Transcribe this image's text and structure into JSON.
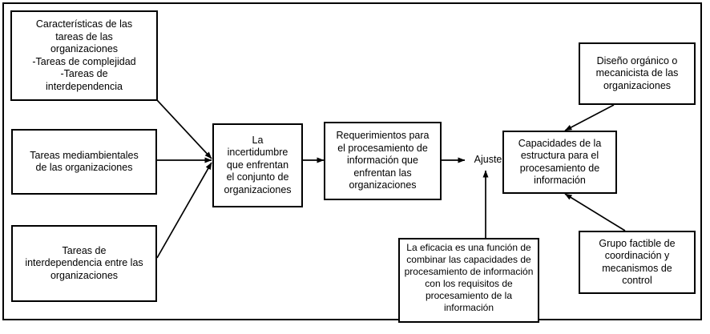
{
  "diagram": {
    "title_present": false,
    "background_color": "#ffffff",
    "line_color": "#000000",
    "frame": {
      "name": "outer-border"
    },
    "nodes": [
      {
        "id": "caracteristicas-tareas",
        "label": "Características de las\ntareas de las\norganizaciones\n-Tareas de complejidad\n-Tareas de\ninterdependencia"
      },
      {
        "id": "tareas-mediambientales",
        "label": "Tareas mediambientales\nde las organizaciones"
      },
      {
        "id": "tareas-interdependencia",
        "label": "Tareas de\ninterdependencia entre las\norganizaciones"
      },
      {
        "id": "incertidumbre",
        "label": "La\nincertidumbre\nque enfrentan\nel conjunto de\norganizaciones"
      },
      {
        "id": "requerimientos",
        "label": "Requerimientos para\nel procesamiento de\ninformación que\nenfrentan las\norganizaciones"
      },
      {
        "id": "capacidades",
        "label": "Capacidades de la\nestructura para el\nprocesamiento de\ninformación"
      },
      {
        "id": "diseno-organico",
        "label": "Diseño orgánico o\nmecanicista de las\norganizaciones"
      },
      {
        "id": "grupo-factible",
        "label": "Grupo factible de\ncoordinación y\nmecanismos de\ncontrol"
      },
      {
        "id": "eficacia",
        "label": "La eficacia es una función de\ncombinar las capacidades de\nprocesamiento de información\ncon los requisitos de\nprocesamiento de la\ninformación"
      }
    ],
    "labels": [
      {
        "id": "ajuste",
        "text": "Ajuste"
      }
    ],
    "edges": [
      {
        "from": "caracteristicas-tareas",
        "to": "incertidumbre"
      },
      {
        "from": "tareas-mediambientales",
        "to": "incertidumbre"
      },
      {
        "from": "tareas-interdependencia",
        "to": "incertidumbre"
      },
      {
        "from": "incertidumbre",
        "to": "requerimientos"
      },
      {
        "from": "requerimientos",
        "to": "ajuste"
      },
      {
        "from": "eficacia",
        "to": "ajuste"
      },
      {
        "from": "diseno-organico",
        "to": "capacidades"
      },
      {
        "from": "grupo-factible",
        "to": "capacidades"
      }
    ]
  }
}
